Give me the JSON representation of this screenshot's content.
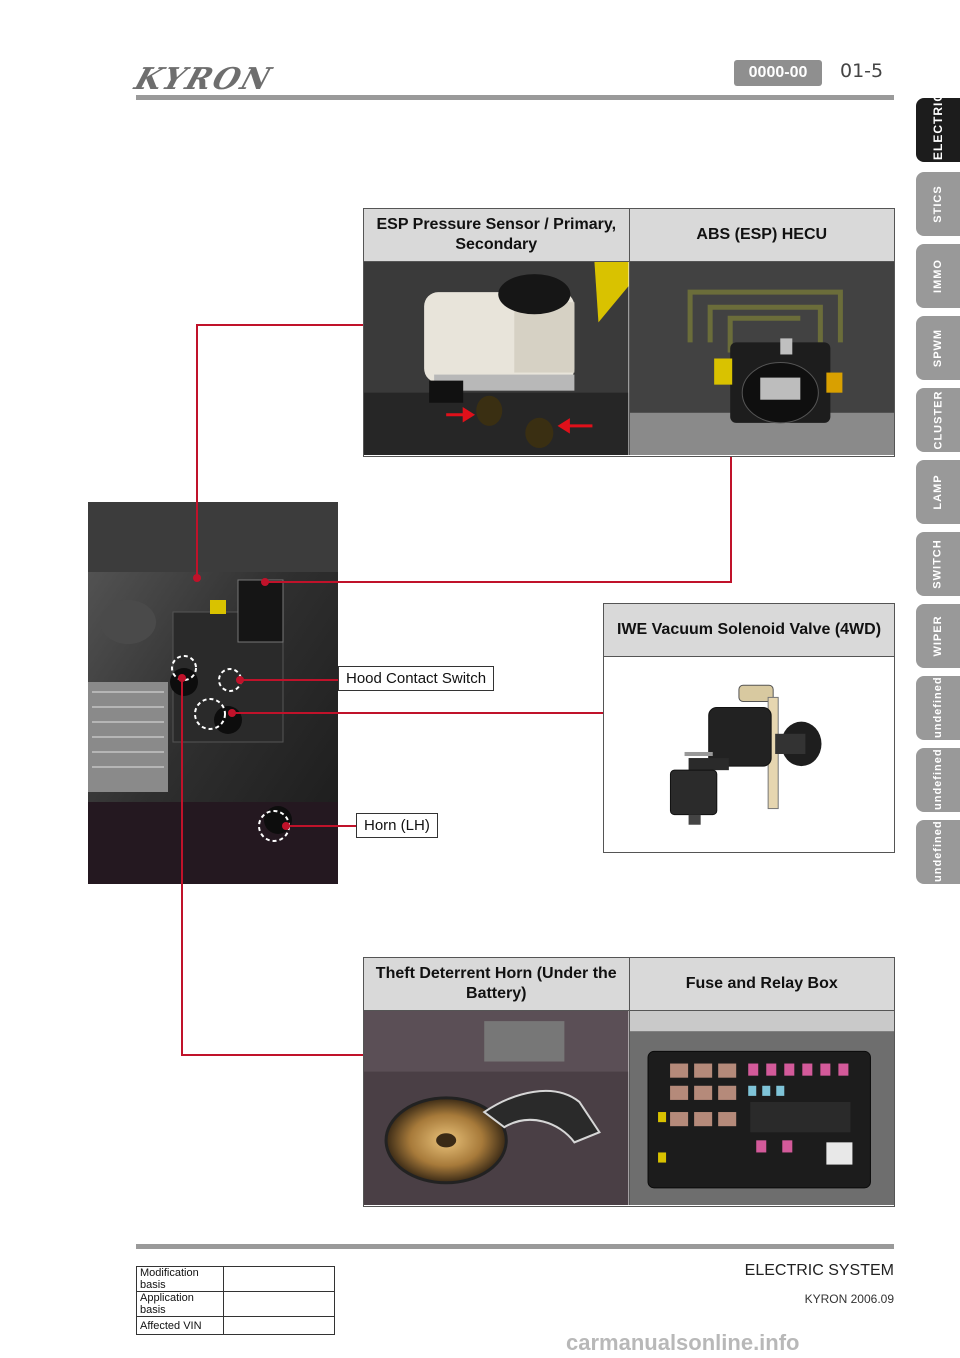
{
  "header": {
    "brand": "KYRON",
    "code": "0000-00",
    "page": "01-5"
  },
  "side_tabs": [
    {
      "label": "ELECTRIC",
      "active": true
    },
    {
      "label": "STICS",
      "active": false
    },
    {
      "label": "IMMO",
      "active": false
    },
    {
      "label": "SPWM",
      "active": false
    },
    {
      "label": "CLUSTER",
      "active": false
    },
    {
      "label": "LAMP",
      "active": false
    },
    {
      "label": "SWITCH",
      "active": false
    },
    {
      "label": "WIPER",
      "active": false
    },
    {
      "label": "undefined",
      "active": false
    },
    {
      "label": "undefined",
      "active": false
    },
    {
      "label": "undefined",
      "active": false
    }
  ],
  "tables": {
    "top": {
      "left": "ESP Pressure Sensor / Primary, Secondary",
      "right": "ABS (ESP) HECU"
    },
    "middle": {
      "title": "IWE Vacuum Solenoid Valve (4WD)"
    },
    "bottom": {
      "left": "Theft Deterrent Horn (Under the Battery)",
      "right": "Fuse and Relay Box"
    }
  },
  "callouts": {
    "hood_switch": "Hood Contact Switch",
    "horn_lh": "Horn (LH)"
  },
  "colors": {
    "leader": "#c0122a",
    "header_bg": "#d9d9d9",
    "tab_active": "#1c1c1c",
    "tab_inactive": "#999999"
  },
  "footer": {
    "section": "ELECTRIC SYSTEM",
    "model": "KYRON 2006.09",
    "rows": [
      "Modification basis",
      "Application basis",
      "Affected VIN"
    ]
  },
  "watermark": "carmanualsonline.info"
}
